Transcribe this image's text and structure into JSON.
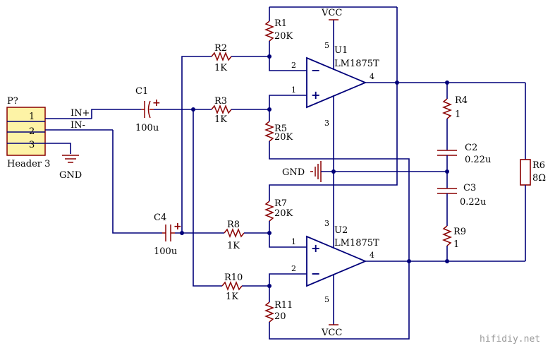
{
  "header": {
    "ref": "P?",
    "name": "Header 3",
    "pins": [
      "1",
      "2",
      "3"
    ],
    "net1": "IN+",
    "net2": "IN-"
  },
  "gnd_left": "GND",
  "gnd_mid": "GND",
  "vcc_top": "VCC",
  "vcc_bottom": "VCC",
  "u1": {
    "ref": "U1",
    "part": "LM1875T",
    "p_top": "5",
    "p_bot": "3",
    "p_inv": "2",
    "p_non": "1",
    "p_out": "4"
  },
  "u2": {
    "ref": "U2",
    "part": "LM1875T",
    "p_top": "3",
    "p_bot": "5",
    "p_inv": "2",
    "p_non": "1",
    "p_out": "4"
  },
  "c1": {
    "ref": "C1",
    "val": "100u"
  },
  "c4": {
    "ref": "C4",
    "val": "100u"
  },
  "r1": {
    "ref": "R1",
    "val": "20K"
  },
  "r2": {
    "ref": "R2",
    "val": "1K"
  },
  "r3": {
    "ref": "R3",
    "val": "1K"
  },
  "r5": {
    "ref": "R5",
    "val": "20K"
  },
  "r7": {
    "ref": "R7",
    "val": "20K"
  },
  "r8": {
    "ref": "R8",
    "val": "1K"
  },
  "r10": {
    "ref": "R10",
    "val": "1K"
  },
  "r11": {
    "ref": "R11",
    "val": "20"
  },
  "r4": {
    "ref": "R4",
    "val": "1"
  },
  "r9": {
    "ref": "R9",
    "val": "1"
  },
  "c2": {
    "ref": "C2",
    "val": "0.22u"
  },
  "c3": {
    "ref": "C3",
    "val": "0.22u"
  },
  "r6": {
    "ref": "R6",
    "val": "8Ω"
  },
  "watermark": "hifidiy.net",
  "colors": {
    "wire": "#00007a",
    "component": "#8a0000",
    "connector": "#fdf3a6"
  }
}
